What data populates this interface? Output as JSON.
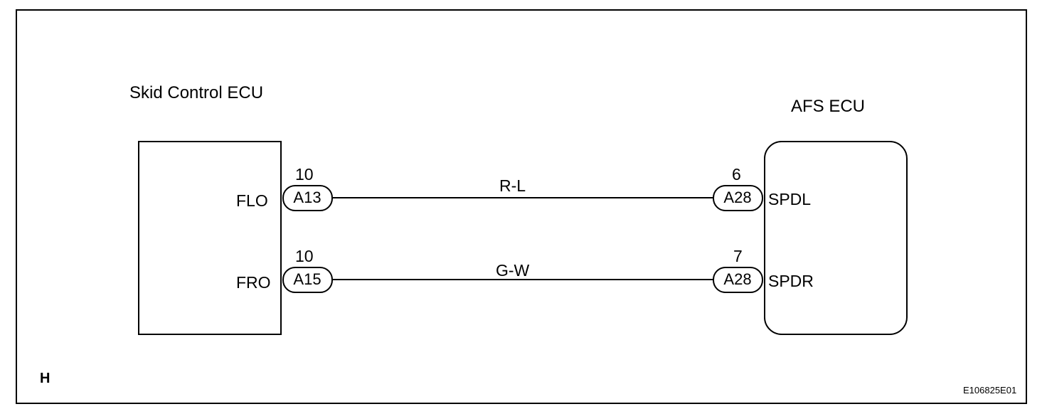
{
  "ecus": {
    "left": {
      "name": "Skid Control ECU"
    },
    "right": {
      "name": "AFS ECU"
    }
  },
  "circuits": [
    {
      "left_terminal": "FLO",
      "left_pin": "10",
      "left_connector": "A13",
      "wire_color": "R-L",
      "right_pin": "6",
      "right_connector": "A28",
      "right_terminal": "SPDL"
    },
    {
      "left_terminal": "FRO",
      "left_pin": "10",
      "left_connector": "A15",
      "wire_color": "G-W",
      "right_pin": "7",
      "right_connector": "A28",
      "right_terminal": "SPDR"
    }
  ],
  "corner_mark": "H",
  "figure_code": "E106825E01"
}
